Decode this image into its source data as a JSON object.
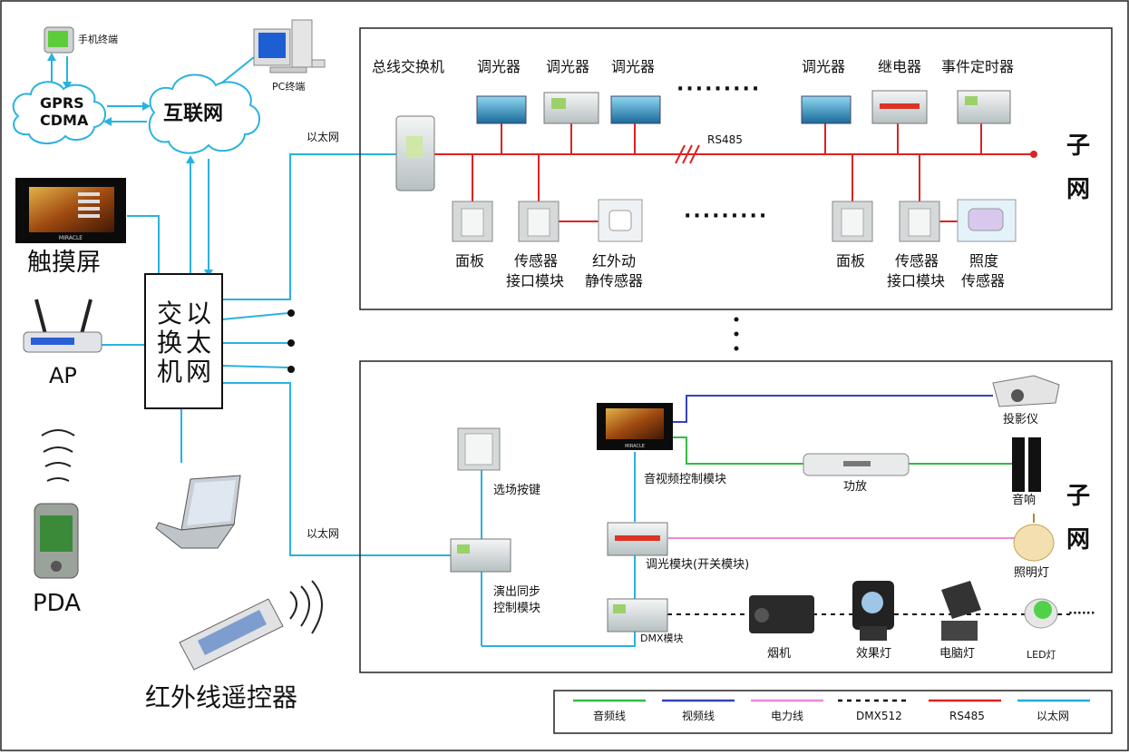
{
  "top_left": {
    "phone_label": "手机终端",
    "pc_label": "PC终端",
    "gprs_line1": "GPRS",
    "gprs_line2": "CDMA",
    "internet_label": "互联网",
    "touchscreen_label": "触摸屏",
    "touchscreen_brand": "MIRACLE",
    "ap_label": "AP",
    "pda_label": "PDA",
    "remote_label": "红外线遥控器",
    "switch_chars": [
      "交",
      "以",
      "换",
      "太",
      "机",
      "网"
    ]
  },
  "ethernet_label": "以太网",
  "subnet1": {
    "top_labels": [
      "总线交换机",
      "调光器",
      "调光器",
      "调光器",
      "调光器",
      "继电器",
      "事件定时器"
    ],
    "ellipsis": "·········",
    "rs485_label": "RS485",
    "subnet_chars": [
      "子",
      "网"
    ],
    "bottom_labels": [
      {
        "l1": "面板",
        "l2": ""
      },
      {
        "l1": "传感器",
        "l2": "接口模块"
      },
      {
        "l1": "红外动",
        "l2": "静传感器"
      },
      {
        "l1": "面板",
        "l2": ""
      },
      {
        "l1": "传感器",
        "l2": "接口模块"
      },
      {
        "l1": "照度",
        "l2": "传感器"
      }
    ]
  },
  "subnet2": {
    "scene_key": "选场按键",
    "show_sync_l1": "演出同步",
    "show_sync_l2": "控制模块",
    "av_module": "音视频控制模块",
    "dimmer_module": "调光模块(开关模块)",
    "dmx_module": "DMX模块",
    "touch_brand": "MIRACLE",
    "projector": "投影仪",
    "amplifier": "功放",
    "speaker": "音响",
    "lighting": "照明灯",
    "smoke": "烟机",
    "effect_light": "效果灯",
    "computer_light": "电脑灯",
    "led_light": "LED灯",
    "trailing": "······",
    "subnet_chars": [
      "子",
      "网"
    ]
  },
  "legend": [
    {
      "label": "音频线",
      "color": "#33bb44",
      "style": "solid"
    },
    {
      "label": "视频线",
      "color": "#3344bb",
      "style": "solid"
    },
    {
      "label": "电力线",
      "color": "#ee88dd",
      "style": "solid"
    },
    {
      "label": "DMX512",
      "color": "#111111",
      "style": "dashed"
    },
    {
      "label": "RS485",
      "color": "#dd2222",
      "style": "solid"
    },
    {
      "label": "以太网",
      "color": "#22aadd",
      "style": "solid"
    }
  ]
}
